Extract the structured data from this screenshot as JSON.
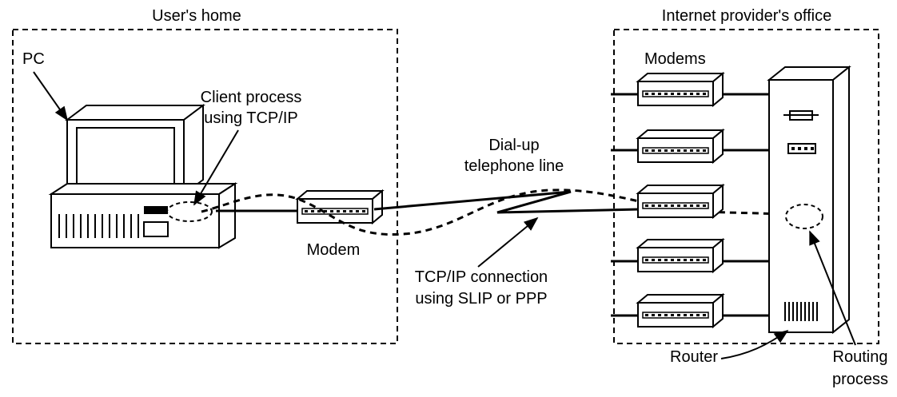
{
  "regions": {
    "users_home": "User's home",
    "provider_office": "Internet provider's office"
  },
  "labels": {
    "pc": "PC",
    "client_process_line1": "Client process",
    "client_process_line2": "using TCP/IP",
    "modem": "Modem",
    "modems": "Modems",
    "dialup_line1": "Dial-up",
    "dialup_line2": "telephone line",
    "tcpip_line1": "TCP/IP connection",
    "tcpip_line2": "using SLIP or PPP",
    "router": "Router",
    "routing_line1": "Routing",
    "routing_line2": "process"
  },
  "colors": {
    "ink": "#000000",
    "background": "#ffffff"
  }
}
